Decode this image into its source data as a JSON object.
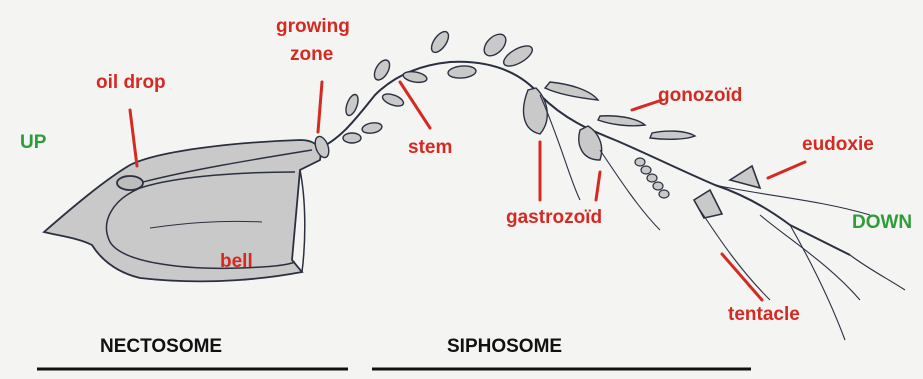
{
  "diagram": {
    "directions": {
      "up": "UP",
      "down": "DOWN"
    },
    "sections": {
      "nectosome": "NECTOSOME",
      "siphosome": "SIPHOSOME"
    },
    "labels": {
      "oil_drop": "oil drop",
      "growing_zone_line1": "growing",
      "growing_zone_line2": "zone",
      "stem": "stem",
      "bell": "bell",
      "gastrozooid": "gastrozoïd",
      "gonozooid": "gonozoïd",
      "eudoxie": "eudoxie",
      "tentacle": "tentacle"
    },
    "colors": {
      "label_red": "#d42a22",
      "direction_green": "#2f9c3a",
      "organism_fill": "#c9c9c9",
      "ink": "#2b3040",
      "background": "#f4f4f3"
    }
  }
}
